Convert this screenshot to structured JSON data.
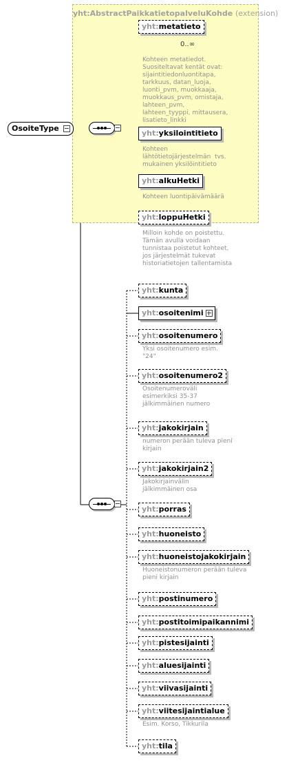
{
  "root": {
    "name": "OsoiteType"
  },
  "extension": {
    "title_prefix": "yht:",
    "title_name": "AbstractPaikkatietopalveluKohde",
    "title_suffix": "(extension)"
  },
  "ext_elements": [
    {
      "prefix": "yht:",
      "name": "metatieto",
      "optional": true,
      "occurrence": "0..∞",
      "doc": [
        "Kohteen metatiedot.",
        "Suositeltavat kentät ovat:",
        "sijaintitiedonluontitapa,",
        "tarkkuus, datan_luoja,",
        "luonti_pvm, muokkaaja,",
        "muokkaus_pvm, omistaja,",
        "lahteen_pvm,",
        "lahteen_tyyppi, mittausera,",
        "lisatieto_linkki"
      ]
    },
    {
      "prefix": "yht:",
      "name": "yksilointitieto",
      "optional": false,
      "occurrence": "",
      "doc": [
        "Kohteen",
        "lähtötietojärjestelmän  tvs.",
        "mukainen yksilöintitieto"
      ]
    },
    {
      "prefix": "yht:",
      "name": "alkuHetki",
      "optional": false,
      "occurrence": "",
      "doc": [
        "Kohteen luontipäivämäärä"
      ]
    },
    {
      "prefix": "yht:",
      "name": "loppuHetki",
      "optional": true,
      "occurrence": "",
      "doc": [
        "Milloin kohde on poistettu.",
        "Tämän avulla voidaan",
        "tunnistaa poistetut kohteet,",
        "jos järjestelmät tukevat",
        "historiatietojen tallentamista"
      ]
    }
  ],
  "elements": [
    {
      "prefix": "yht:",
      "name": "kunta",
      "optional": true,
      "expandable": false,
      "doc": []
    },
    {
      "prefix": "yht:",
      "name": "osoitenimi",
      "optional": false,
      "expandable": true,
      "doc": []
    },
    {
      "prefix": "yht:",
      "name": "osoitenumero",
      "optional": true,
      "expandable": false,
      "doc": [
        "Yksi osoitenumero esim.",
        "\"24\""
      ]
    },
    {
      "prefix": "yht:",
      "name": "osoitenumero2",
      "optional": true,
      "expandable": false,
      "doc": [
        "Osoitenumeroväli",
        "esimerkiksi 35-37",
        "jälkimmäinen numero"
      ]
    },
    {
      "prefix": "yht:",
      "name": "jakokirjain",
      "optional": true,
      "expandable": false,
      "doc": [
        "numeron perään tuleva pieni",
        "kirjain"
      ]
    },
    {
      "prefix": "yht:",
      "name": "jakokirjain2",
      "optional": true,
      "expandable": false,
      "doc": [
        "Jakokirjainvälin",
        "jälkimmäinen osa"
      ]
    },
    {
      "prefix": "yht:",
      "name": "porras",
      "optional": true,
      "expandable": false,
      "doc": []
    },
    {
      "prefix": "yht:",
      "name": "huoneisto",
      "optional": true,
      "expandable": false,
      "doc": []
    },
    {
      "prefix": "yht:",
      "name": "huoneistojakokirjain",
      "optional": true,
      "expandable": false,
      "doc": [
        "Huoneistonumeron perään tuleva",
        "pieni kirjain"
      ]
    },
    {
      "prefix": "yht:",
      "name": "postinumero",
      "optional": true,
      "expandable": false,
      "doc": []
    },
    {
      "prefix": "yht:",
      "name": "postitoimipaikannimi",
      "optional": true,
      "expandable": false,
      "doc": []
    },
    {
      "prefix": "yht:",
      "name": "pistesijainti",
      "optional": true,
      "expandable": false,
      "doc": []
    },
    {
      "prefix": "yht:",
      "name": "aluesijainti",
      "optional": true,
      "expandable": false,
      "doc": []
    },
    {
      "prefix": "yht:",
      "name": "viivasijainti",
      "optional": true,
      "expandable": false,
      "doc": []
    },
    {
      "prefix": "yht:",
      "name": "viitesijaintialue",
      "optional": true,
      "expandable": false,
      "doc": [
        "Esim. Korso, Tikkurila"
      ]
    },
    {
      "prefix": "yht:",
      "name": "tila",
      "optional": true,
      "expandable": false,
      "doc": []
    }
  ]
}
